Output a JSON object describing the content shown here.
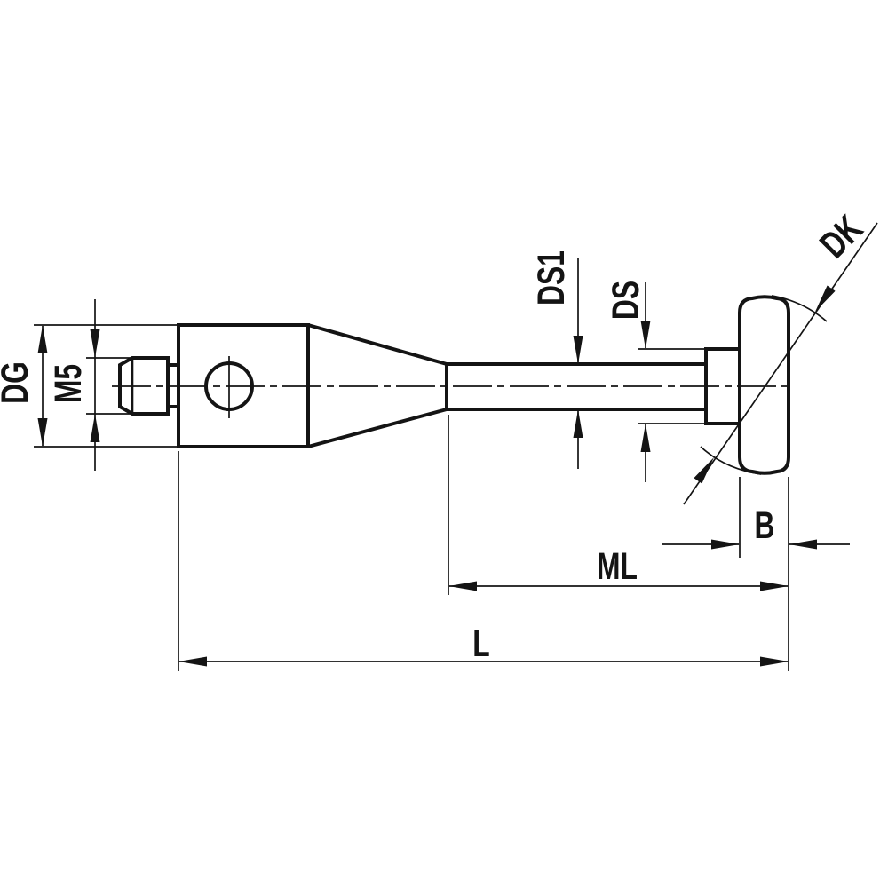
{
  "drawing": {
    "background_color": "#ffffff",
    "line_color": "#141414",
    "labels": {
      "dg": "DG",
      "m5": "M5",
      "ds1": "DS1",
      "ds": "DS",
      "dk": "DK",
      "b": "B",
      "ml": "ML",
      "l": "L"
    }
  }
}
